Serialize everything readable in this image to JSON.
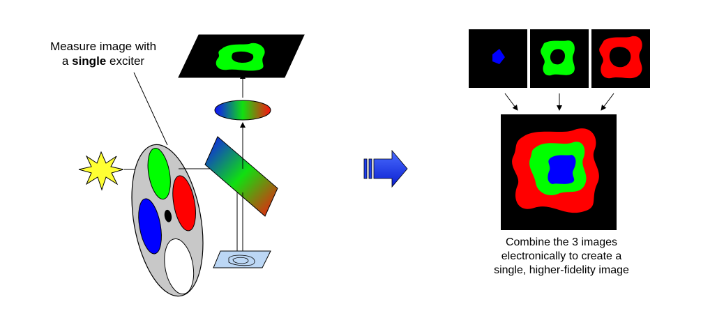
{
  "left_caption": {
    "line1": "Measure image with",
    "line2_prefix": "a",
    "line2_bold": "single",
    "line2_suffix": "exciter"
  },
  "right_caption": {
    "line1": "Combine the 3 images",
    "line2": "electronically to create a",
    "line3": "single, higher-fidelity image"
  },
  "colors": {
    "blue": "#0000ff",
    "green": "#00ff00",
    "red": "#ff0000",
    "star": "#ffff33",
    "filter_wheel": "#c8c8c8",
    "sample": "#bcd7f5",
    "arrow_fill": "#1f3ff0"
  },
  "icons": {
    "light_source": "star-burst-icon",
    "process_arrow": "right-arrow-icon"
  }
}
